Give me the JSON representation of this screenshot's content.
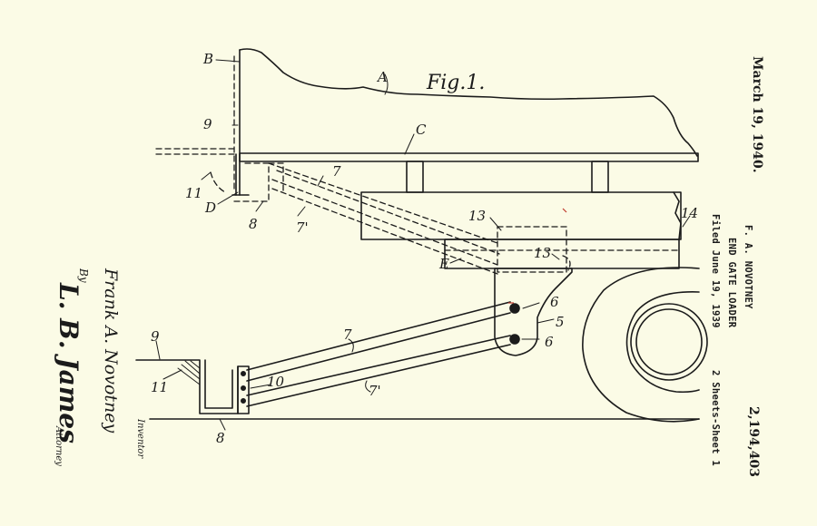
{
  "figure_title": "Fig.1.",
  "reference_labels": {
    "A": "A",
    "B": "B",
    "C": "C",
    "D": "D",
    "E": "E",
    "n5": "5",
    "n6a": "6",
    "n6b": "6",
    "n7a": "7",
    "n7b": "7'",
    "n7c": "7",
    "n7d": "7'",
    "n8a": "8",
    "n8b": "8",
    "n9a": "9",
    "n9b": "9",
    "n10": "10",
    "n11a": "11",
    "n11b": "11",
    "n13a": "13",
    "n13b": "13",
    "n14": "14"
  },
  "header": {
    "date": "March 19, 1940.",
    "inventor_name": "F. A. NOVOTNEY",
    "title": "END GATE LOADER",
    "filed": "Filed June 19, 1939",
    "sheets": "2 Sheets-Sheet 1",
    "patent_number": "2,194,403"
  },
  "signatures": {
    "inventor": "Frank A. Novotney",
    "inventor_caption": "Inventor",
    "by": "By",
    "attorney": "L. B. James",
    "attorney_caption": "Attorney"
  },
  "colors": {
    "paper": "#fbfbe6",
    "ink": "#1b1b1b",
    "red_mark": "#c0392b"
  }
}
